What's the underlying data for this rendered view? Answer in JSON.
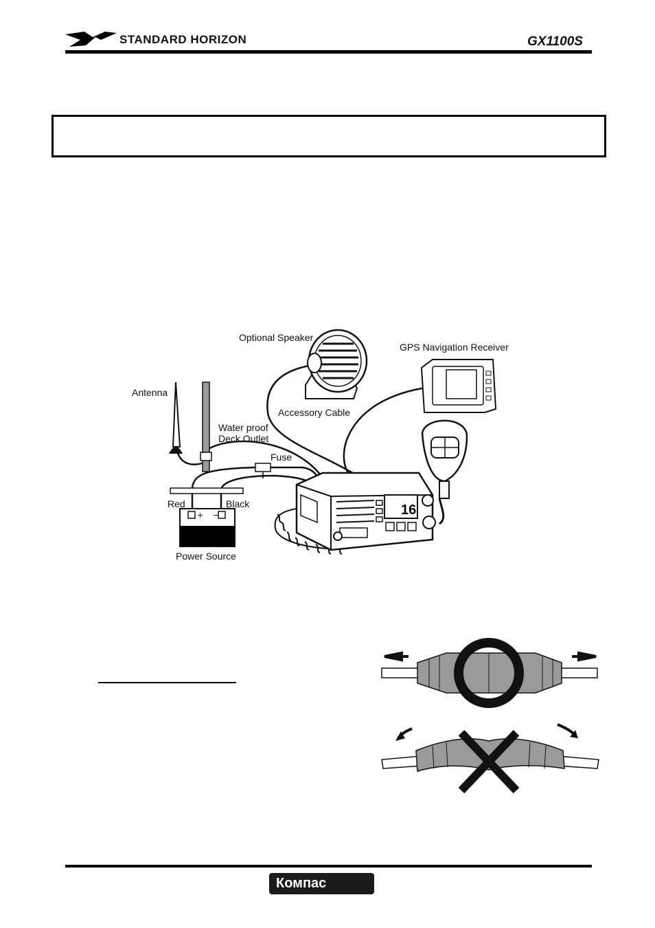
{
  "header": {
    "brand": "STANDARD HORIZON",
    "model": "GX1100S"
  },
  "diagram": {
    "labels": {
      "optional_speaker": "Optional Speaker",
      "gps_receiver": "GPS Navigation Receiver",
      "antenna": "Antenna",
      "accessory_cable": "Accessory Cable",
      "deck_outlet_line1": "Water proof",
      "deck_outlet_line2": "Deck Outlet",
      "fuse": "Fuse",
      "red": "Red",
      "black": "Black",
      "power_source": "Power Source"
    },
    "radio_display_channel": "16"
  },
  "footer": {
    "logo_text": "Компас"
  }
}
